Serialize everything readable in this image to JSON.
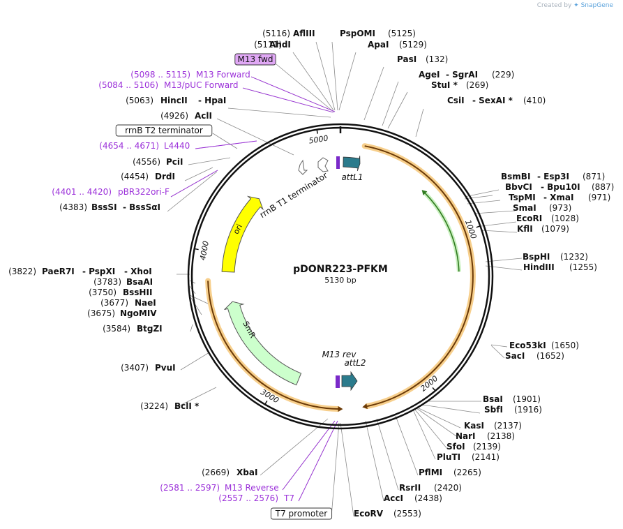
{
  "credit": {
    "created_by": "Created by",
    "brand": "SnapGene"
  },
  "plasmid": {
    "name": "pDONR223-PFKM",
    "size_label": "5130 bp",
    "length": 5130
  },
  "ticks": [
    {
      "bp": 1000,
      "label": "1000"
    },
    {
      "bp": 2000,
      "label": "2000"
    },
    {
      "bp": 3000,
      "label": "3000"
    },
    {
      "bp": 4000,
      "label": "4000"
    },
    {
      "bp": 5000,
      "label": "5000"
    }
  ],
  "features": [
    {
      "name": "attL1",
      "start": 30,
      "end": 130,
      "kind": "attl",
      "color": "#2b7b8c"
    },
    {
      "name": "attL2",
      "start": 2430,
      "end": 2530,
      "kind": "attl",
      "color": "#2b7b8c"
    },
    {
      "name": "M13 rev",
      "start": 2540,
      "end": 2556,
      "kind": "m13",
      "color": "#7a2ac9"
    },
    {
      "name": "rrnB T1 terminator",
      "start": 4845,
      "end": 4931,
      "kind": "term",
      "color": "#ffffff"
    },
    {
      "name": "ori",
      "start": 3880,
      "end": 4470,
      "kind": "ori",
      "color": "#ffff00"
    },
    {
      "name": "SmR",
      "start": 2880,
      "end": 3660,
      "kind": "smr",
      "color": "#ccffcc"
    }
  ],
  "orfs": [
    {
      "name": "ORF1",
      "start": 150,
      "end": 2400,
      "dir": "cw"
    },
    {
      "name": "ORF2",
      "start": 2580,
      "end": 3820,
      "dir": "ccw"
    }
  ],
  "site_labels": [
    {
      "parts": [
        "(5116)",
        "AflIII"
      ]
    },
    {
      "parts": [
        "PspOMI",
        "(5125)"
      ]
    },
    {
      "parts": [
        "(5111)",
        "AhdI"
      ]
    },
    {
      "parts": [
        "ApaI",
        "(5129)"
      ]
    },
    {
      "parts": [
        "M13 fwd"
      ]
    },
    {
      "parts": [
        "PasI",
        "(132)"
      ]
    },
    {
      "parts": [
        "AgeI",
        "- SgrAI",
        "(229)"
      ]
    },
    {
      "parts": [
        "(5098 .. 5115)",
        "M13 Forward"
      ]
    },
    {
      "parts": [
        "StuI *",
        "(269)"
      ]
    },
    {
      "parts": [
        "(5084 .. 5106)",
        "M13/pUC Forward"
      ]
    },
    {
      "parts": [
        "CsiI",
        "- SexAI *",
        "(410)"
      ]
    },
    {
      "parts": [
        "(5063)",
        "HincII",
        "- HpaI"
      ]
    },
    {
      "parts": [
        "(4926)",
        "AclI"
      ]
    },
    {
      "parts": [
        "rrnB T2 terminator"
      ]
    },
    {
      "parts": [
        "(4654 .. 4671)",
        "L4440"
      ]
    },
    {
      "parts": [
        "(4556)",
        "PciI"
      ]
    },
    {
      "parts": [
        "(4454)",
        "DrdI"
      ]
    },
    {
      "parts": [
        "(4401 .. 4420)",
        "pBR322ori-F"
      ]
    },
    {
      "parts": [
        "(4383)",
        "BssSI",
        "- BssSαI"
      ]
    },
    {
      "parts": [
        "BsmBI",
        "- Esp3I",
        "(871)"
      ]
    },
    {
      "parts": [
        "BbvCI",
        "- Bpu10I",
        "(887)"
      ]
    },
    {
      "parts": [
        "TspMI",
        "- XmaI",
        "(971)"
      ]
    },
    {
      "parts": [
        "SmaI",
        "(973)"
      ]
    },
    {
      "parts": [
        "EcoRI",
        "(1028)"
      ]
    },
    {
      "parts": [
        "KflI",
        "(1079)"
      ]
    },
    {
      "parts": [
        "BspHI",
        "(1232)"
      ]
    },
    {
      "parts": [
        "HindIII",
        "(1255)"
      ]
    },
    {
      "parts": [
        "(3822)",
        "PaeR7I",
        "- PspXI",
        "- XhoI"
      ]
    },
    {
      "parts": [
        "(3783)",
        "BsaAI"
      ]
    },
    {
      "parts": [
        "(3750)",
        "BssHII"
      ]
    },
    {
      "parts": [
        "(3677)",
        "NaeI"
      ]
    },
    {
      "parts": [
        "(3675)",
        "NgoMIV"
      ]
    },
    {
      "parts": [
        "(3584)",
        "BtgZI"
      ]
    },
    {
      "parts": [
        "(3407)",
        "PvuI"
      ]
    },
    {
      "parts": [
        "(3224)",
        "BclI *"
      ]
    },
    {
      "parts": [
        "Eco53kI",
        "(1650)"
      ]
    },
    {
      "parts": [
        "SacI",
        "(1652)"
      ]
    },
    {
      "parts": [
        "BsaI",
        "(1901)"
      ]
    },
    {
      "parts": [
        "SbfI",
        "(1916)"
      ]
    },
    {
      "parts": [
        "KasI",
        "(2137)"
      ]
    },
    {
      "parts": [
        "NarI",
        "(2138)"
      ]
    },
    {
      "parts": [
        "SfoI",
        "(2139)"
      ]
    },
    {
      "parts": [
        "PluTI",
        "(2141)"
      ]
    },
    {
      "parts": [
        "PflMI",
        "(2265)"
      ]
    },
    {
      "parts": [
        "RsrII",
        "(2420)"
      ]
    },
    {
      "parts": [
        "AccI",
        "(2438)"
      ]
    },
    {
      "parts": [
        "(2669)",
        "XbaI"
      ]
    },
    {
      "parts": [
        "(2581 .. 2597)",
        "M13 Reverse"
      ]
    },
    {
      "parts": [
        "(2557 .. 2576)",
        "T7"
      ]
    },
    {
      "parts": [
        "T7 promoter"
      ]
    },
    {
      "parts": [
        "EcoRV",
        "(2553)"
      ]
    }
  ]
}
